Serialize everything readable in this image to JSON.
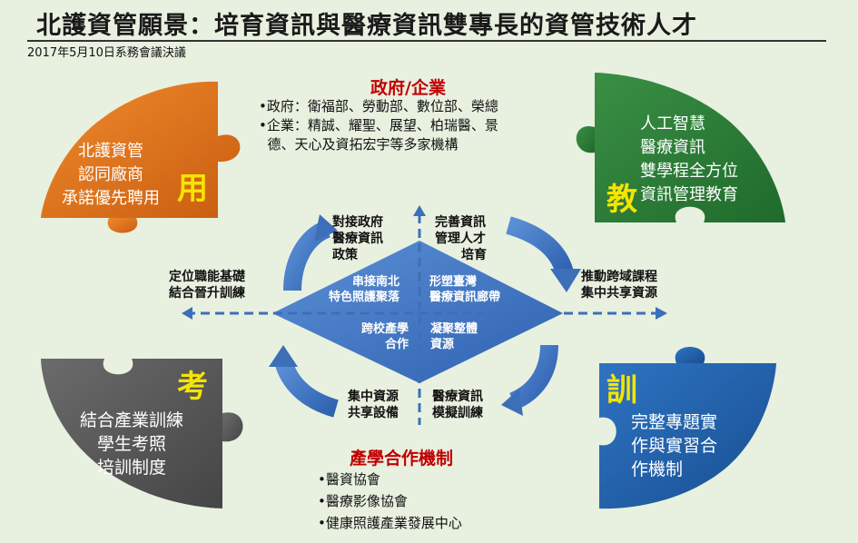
{
  "title": "北護資管願景：培育資訊與醫療資訊雙專長的資管技術人才",
  "subtitle": "2017年5月10日系務會議決議",
  "top": {
    "heading": "政府/企業",
    "bullets": [
      "•政府：衛福部、勞動部、數位部、榮總",
      "•企業：精誠、耀聖、展望、柏瑞醫、景",
      "  德、天心及資拓宏宇等多家機構"
    ]
  },
  "bottom": {
    "heading": "產學合作機制",
    "bullets": [
      "•醫資協會",
      "•醫療影像協會",
      "•健康照護產業發展中心"
    ]
  },
  "pieces": {
    "use": {
      "char": "用",
      "lines": [
        "北護資管",
        "認同廠商",
        "承諾優先聘用"
      ],
      "color": "#e0711b"
    },
    "teach": {
      "char": "教",
      "lines": [
        "人工智慧",
        "醫療資訊",
        "雙學程全方位",
        "資訊管理教育"
      ],
      "color": "#2e7d3a"
    },
    "exam": {
      "char": "考",
      "lines": [
        "結合產業訓練",
        "學生考照",
        "培訓制度"
      ],
      "color": "#5a5a5a"
    },
    "train": {
      "char": "訓",
      "lines": [
        "完整專題實",
        "作與實習合",
        "作機制"
      ],
      "color": "#1f5fa8"
    }
  },
  "cycle": {
    "top_left": [
      "對接政府",
      "醫療資訊",
      "政策"
    ],
    "top_right": [
      "完善資訊",
      "管理人才",
      "培育"
    ],
    "left": [
      "定位職能基礎",
      "結合晉升訓練"
    ],
    "right": [
      "推動跨域課程",
      "集中共享資源"
    ],
    "bottom_left": [
      "集中資源",
      "共享設備"
    ],
    "bottom_right": [
      "醫療資訊",
      "模擬訓練"
    ]
  },
  "diamond": {
    "q1": [
      "串接南北",
      "特色照護聚落"
    ],
    "q2": [
      "形塑臺灣",
      "醫療資訊廊帶"
    ],
    "q3": [
      "跨校產學",
      "合作"
    ],
    "q4": [
      "凝聚整體",
      "資源"
    ]
  }
}
